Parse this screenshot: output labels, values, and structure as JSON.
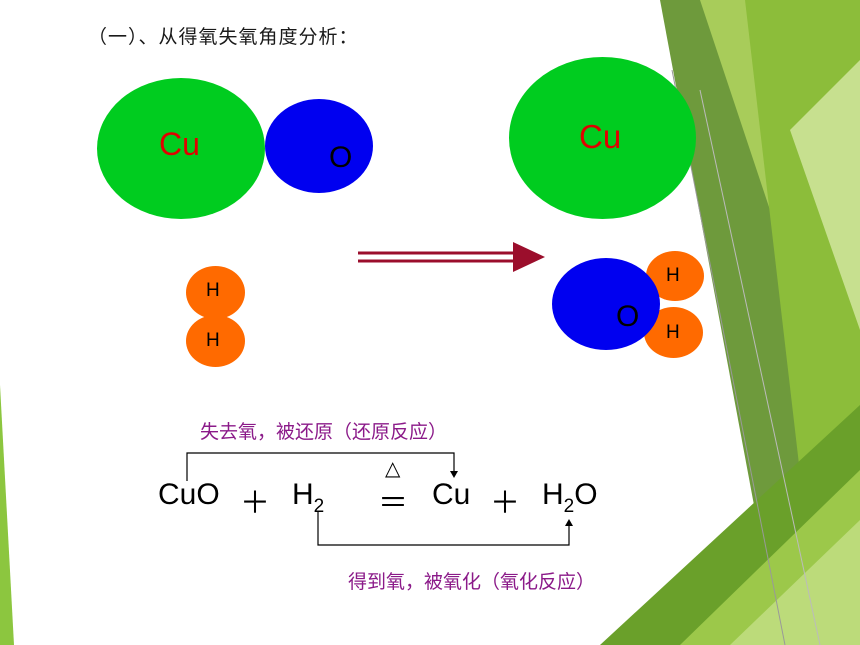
{
  "title": "（一）、从得氧失氧角度分析：",
  "reactants": {
    "cu_label": "Cu",
    "o_label": "O",
    "h_top_label": "H",
    "h_bottom_label": "H"
  },
  "products": {
    "cu_label": "Cu",
    "o_label": "O",
    "h_top_label": "H",
    "h_bottom_label": "H"
  },
  "equation": {
    "cuo": "CuO",
    "plus1": "＋",
    "h2_main": "H",
    "h2_sub": "2",
    "equals": "＝",
    "cu": "Cu",
    "plus2": "＋",
    "h2o_h": "H",
    "h2o_sub": "2",
    "h2o_o": "O",
    "heat_symbol": "△"
  },
  "annotations": {
    "reduction": "失去氧，被还原（还原反应）",
    "oxidation": "得到氧，被氧化（氧化反应）"
  },
  "colors": {
    "cu_atom": "#00cc1f",
    "o_atom": "#0000f0",
    "h_atom": "#ff6a00",
    "cu_text": "#e00000",
    "arrow": "#9b0e2c",
    "annotation_text": "#8b1a89"
  }
}
